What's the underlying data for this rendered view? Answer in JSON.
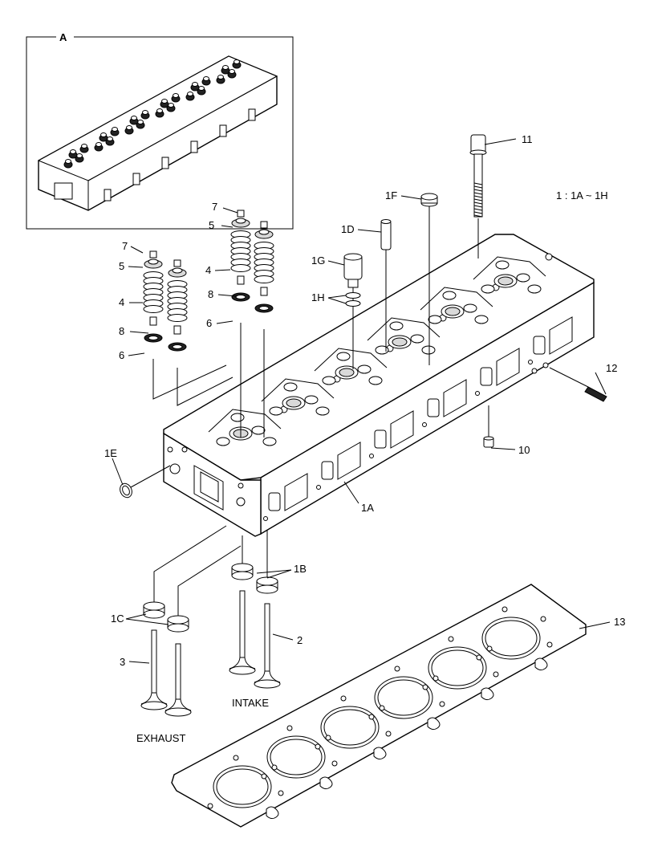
{
  "inset": {
    "label": "A"
  },
  "legend": {
    "text": "1 : 1A ~ 1H"
  },
  "captions": {
    "intake": "INTAKE",
    "exhaust": "EXHAUST"
  },
  "callouts": {
    "c11": "11",
    "c1F": "1F",
    "c1D": "1D",
    "c1G": "1G",
    "c1H": "1H",
    "c7a": "7",
    "c5a": "5",
    "c4a": "4",
    "c8a": "8",
    "c6a": "6",
    "c7b": "7",
    "c5b": "5",
    "c4b": "4",
    "c8b": "8",
    "c6b": "6",
    "c12": "12",
    "c10": "10",
    "c1E": "1E",
    "c1A": "1A",
    "c1B": "1B",
    "c1C": "1C",
    "c2": "2",
    "c3": "3",
    "c13": "13"
  }
}
